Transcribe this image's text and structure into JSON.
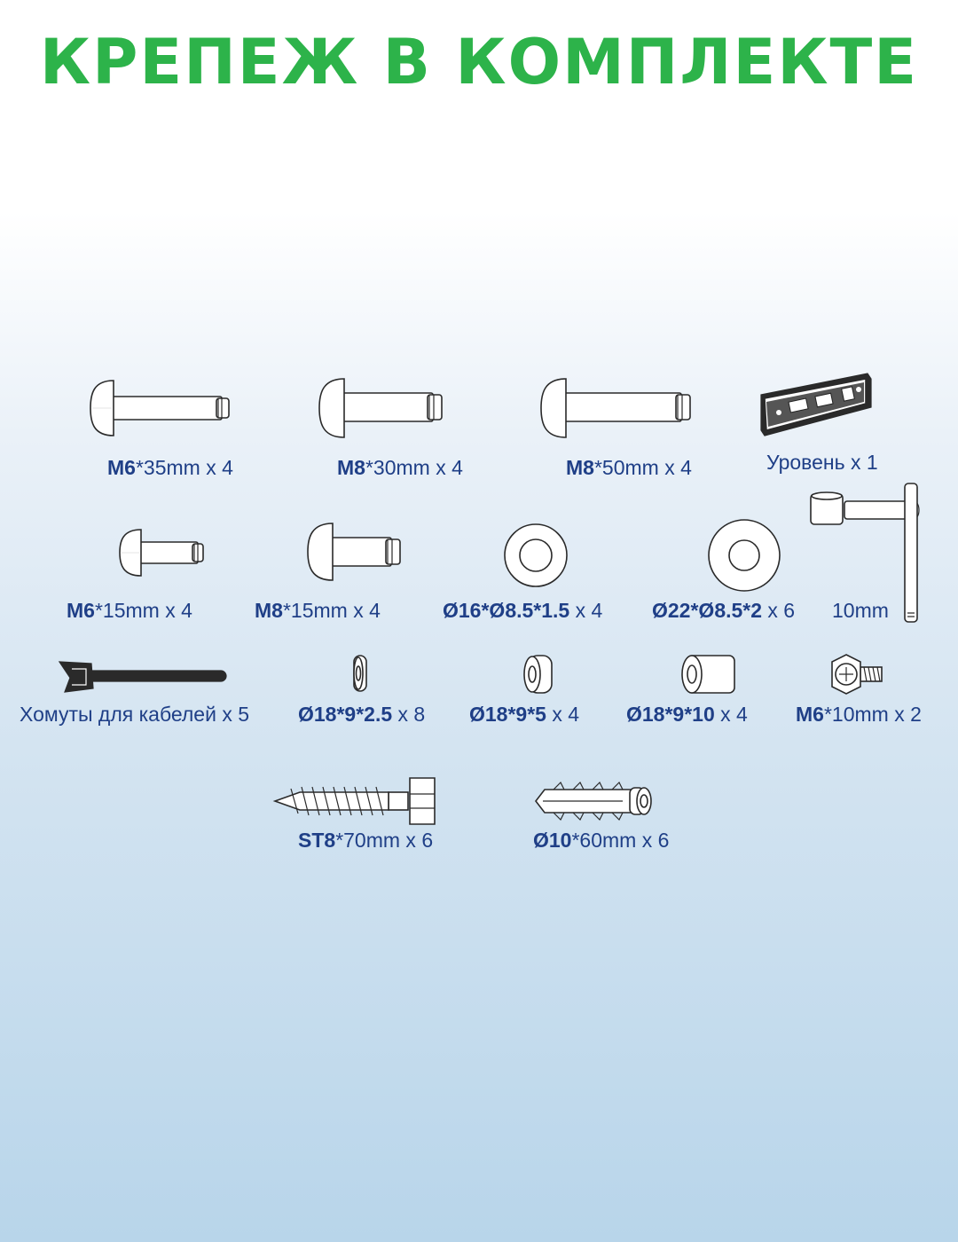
{
  "title": "КРЕПЕЖ В КОМПЛЕКТЕ",
  "parts": [
    {
      "label_bold": "M6",
      "label_rest": "*35mm x 4",
      "icon": "pan-head-bolt-icon"
    },
    {
      "label_bold": "M8",
      "label_rest": "*30mm x 4",
      "icon": "pan-head-bolt-icon"
    },
    {
      "label_bold": "M8",
      "label_rest": "*50mm x 4",
      "icon": "pan-head-bolt-icon"
    },
    {
      "label_bold": "",
      "label_rest": "Уровень x 1",
      "icon": "spirit-level-icon"
    },
    {
      "label_bold": "M6",
      "label_rest": "*15mm x 4",
      "icon": "pan-head-bolt-icon"
    },
    {
      "label_bold": "M8",
      "label_rest": "*15mm x 4",
      "icon": "pan-head-bolt-icon"
    },
    {
      "label_bold": "Ø16*Ø8.5*1.5",
      "label_rest": " x 4",
      "icon": "washer-icon"
    },
    {
      "label_bold": "Ø22*Ø8.5*2",
      "label_rest": " x 6",
      "icon": "washer-icon"
    },
    {
      "label_bold": "",
      "label_rest": "10mm",
      "icon": "socket-wrench-icon"
    },
    {
      "label_bold": "",
      "label_rest": "Хомуты для кабелей x 5",
      "icon": "cable-tie-icon"
    },
    {
      "label_bold": "Ø18*9*2.5",
      "label_rest": " x 8",
      "icon": "spacer-icon"
    },
    {
      "label_bold": "Ø18*9*5",
      "label_rest": " x 4",
      "icon": "spacer-icon"
    },
    {
      "label_bold": "Ø18*9*10",
      "label_rest": " x 4",
      "icon": "spacer-icon"
    },
    {
      "label_bold": "M6",
      "label_rest": "*10mm x 2",
      "icon": "hex-bolt-icon"
    },
    {
      "label_bold": "ST8",
      "label_rest": "*70mm x 6",
      "icon": "lag-screw-icon"
    },
    {
      "label_bold": "Ø10",
      "label_rest": "*60mm x 6",
      "icon": "wall-anchor-icon"
    }
  ]
}
